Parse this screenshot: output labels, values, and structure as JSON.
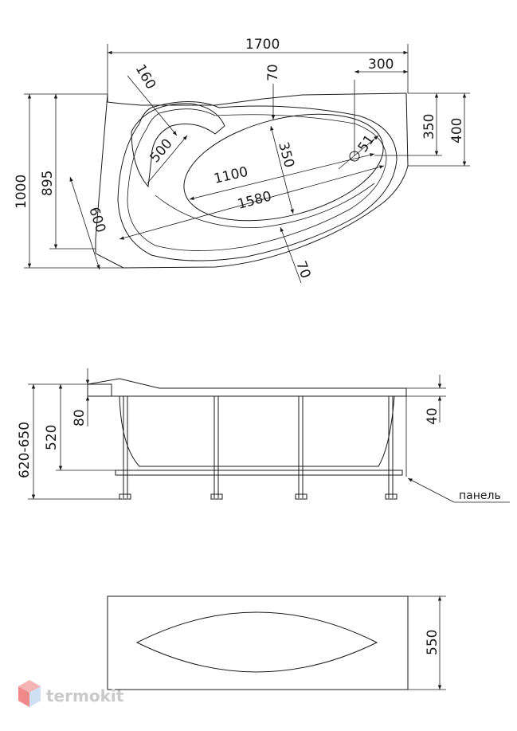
{
  "top_view": {
    "dims": {
      "length": "1700",
      "d70_top": "70",
      "d300": "300",
      "d160": "160",
      "d350_right": "350",
      "d400": "400",
      "d1000": "1000",
      "d895": "895",
      "r500": "500",
      "d51": "51",
      "d350_inner": "350",
      "d1100": "1100",
      "d1580": "1580",
      "d600": "600",
      "d70_bottom": "70"
    }
  },
  "side_view": {
    "dims": {
      "height_range": "620-650",
      "d520": "520",
      "d80": "80",
      "d40": "40"
    },
    "panel_label": "панель"
  },
  "front_panel": {
    "dims": {
      "height": "550"
    }
  },
  "brand": {
    "name": "termokit"
  }
}
